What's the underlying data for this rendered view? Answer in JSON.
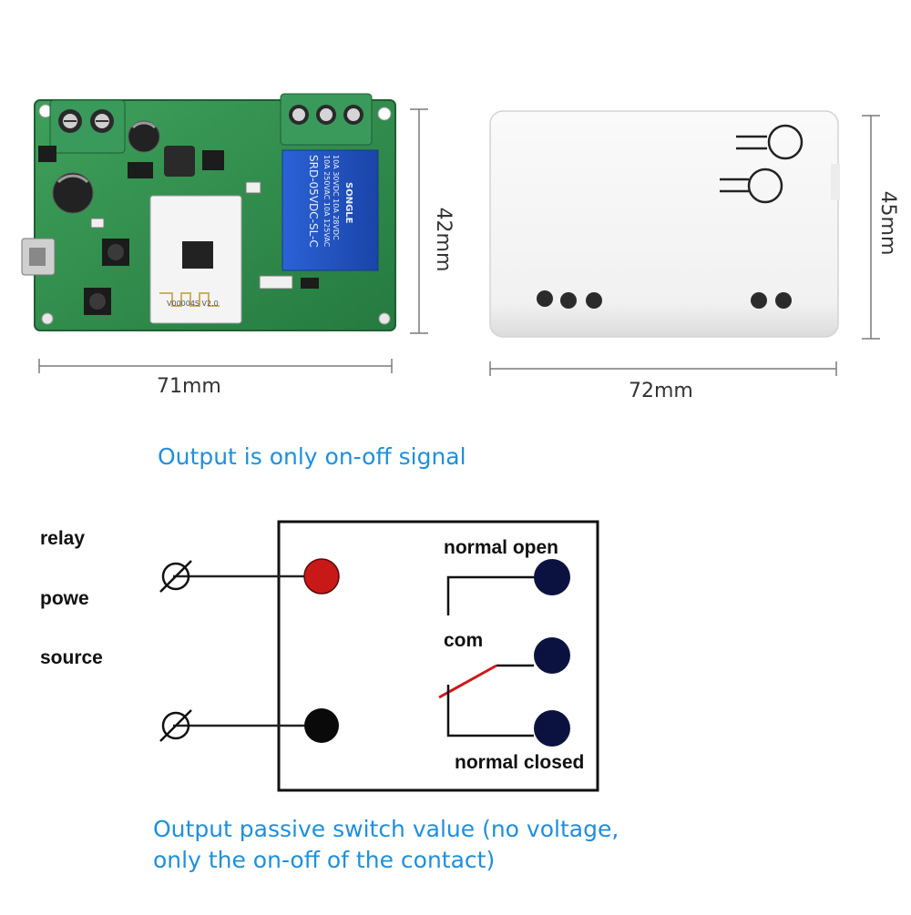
{
  "dimensions": {
    "pcb_width": "71mm",
    "pcb_height": "42mm",
    "case_width": "72mm",
    "case_height": "45mm"
  },
  "pcb": {
    "relay_text_1": "SRD-05VDC-SL-C",
    "relay_text_2": "10A 250VAC 10A 125VAC",
    "relay_text_3": "10A 30VDC 10A 28VDC",
    "relay_brand": "SONGLE",
    "module_label": "V00004S V2.0"
  },
  "captions": {
    "top_note": "Output is only on-off signal",
    "bottom_line1": "Output passive switch value (no voltage,",
    "bottom_line2": "only the on-off of the contact)"
  },
  "wiring": {
    "left_label_1": "relay",
    "left_label_2": "powe",
    "left_label_3": "source",
    "normal_open": "normal open",
    "com": "com",
    "normal_closed": "normal closed"
  },
  "colors": {
    "caption_blue": "#1f8fdc",
    "pcb_green": "#2f8a4a",
    "relay_blue": "#1d4fb8",
    "terminal_green": "#3a9a5c",
    "power_red": "#c81818",
    "contact_navy": "#0c1240",
    "switch_red": "#d01818"
  },
  "icons": {
    "power_terminal": "phi-terminal-icon",
    "relay_coil": "relay-icon"
  }
}
